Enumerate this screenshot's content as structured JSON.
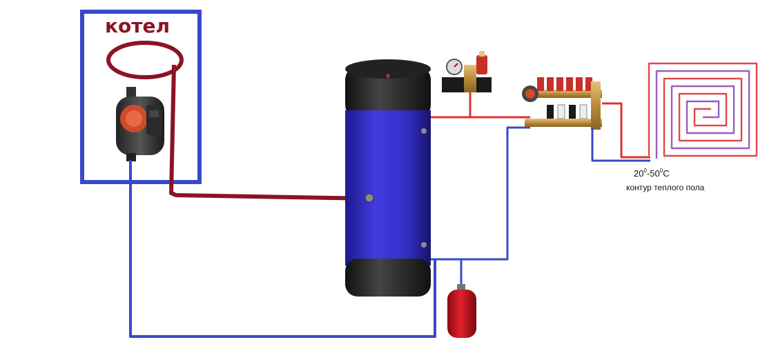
{
  "boiler": {
    "title": "котел",
    "title_color": "#8b1424"
  },
  "floor_circuit": {
    "temp_low": "20",
    "temp_high": "50",
    "degree_sign": "0",
    "unit": "C",
    "separator": "-",
    "caption": "контур теплого пола"
  },
  "colors": {
    "frame_blue": "#3a49c8",
    "pipe_blue": "#3a49c8",
    "pipe_red": "#8b1424",
    "supply_red": "#e03030",
    "tank_blue": "#3b36d6",
    "tank_dark": "#2a2a2a",
    "expansion_tank_red": "#c8141e",
    "floor_red": "#e04848",
    "floor_purple": "#9a5cc0"
  },
  "icons": {
    "boiler_pump": "circulation-pump-icon",
    "storage_tank": "buffer-tank-icon",
    "expansion_tank": "expansion-tank-icon",
    "safety_group": "safety-group-icon",
    "manifold": "manifold-icon",
    "floor_loop": "floor-heating-coil-icon"
  }
}
